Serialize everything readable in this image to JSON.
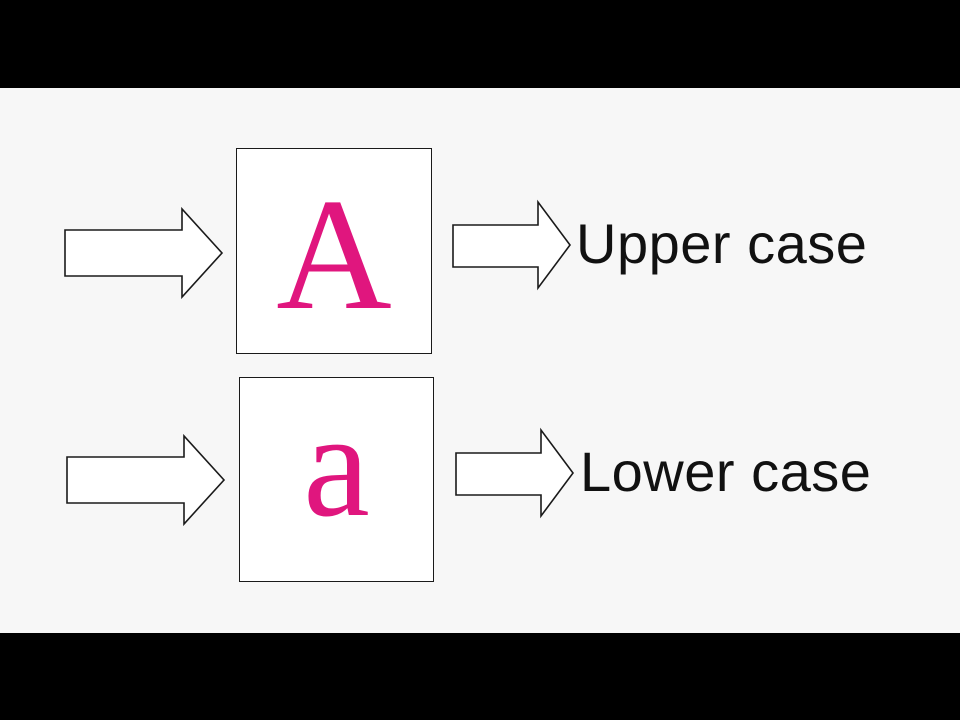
{
  "diagram": {
    "accent_color": "#e0167e",
    "arrow_color": "#1a1a1a",
    "rows": [
      {
        "id": "upper",
        "letter": "A",
        "label": "Upper case"
      },
      {
        "id": "lower",
        "letter": "a",
        "label": "Lower case"
      }
    ]
  }
}
